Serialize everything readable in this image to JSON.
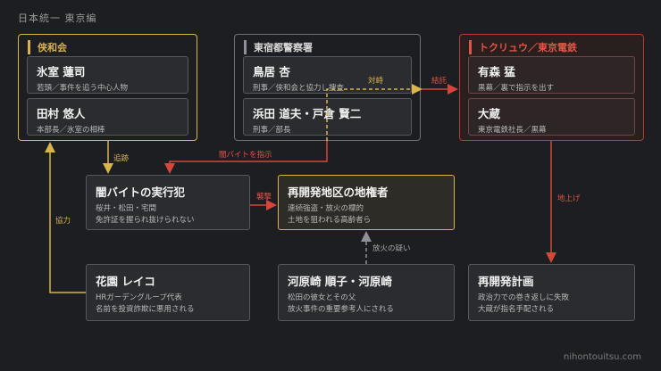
{
  "header": {
    "title": "日本統一 東京編"
  },
  "footer": {
    "site": "nihontouitsu.com"
  },
  "colors": {
    "yellow": "#d9b44a",
    "gray": "#8e9196",
    "red": "#d7463a"
  },
  "groups": {
    "kyowakai": {
      "label": "侠和会"
    },
    "police": {
      "label": "東宿都警察署"
    },
    "tokuryu": {
      "label": "トクリュウ／東京電鉄"
    }
  },
  "cards": {
    "himuro": {
      "name": "氷室 蓮司",
      "desc": [
        "若頭／事件を追う中心人物"
      ]
    },
    "tamura": {
      "name": "田村 悠人",
      "desc": [
        "本部長／氷室の相棒"
      ]
    },
    "torii": {
      "name": "鳥居 杏",
      "desc": [
        "刑事／侠和会と協力し捜査"
      ]
    },
    "hamada": {
      "name": "浜田 道夫・戸倉 賢二",
      "desc": [
        "刑事／部長"
      ]
    },
    "arimori": {
      "name": "有森 猛",
      "desc": [
        "黒幕／裏で指示を出す"
      ]
    },
    "ozo": {
      "name": "大蔵",
      "desc": [
        "東京電鉄社長／黒幕"
      ]
    },
    "yamibaito": {
      "name": "闇バイトの実行犯",
      "desc": [
        "桜井・松田・宅間",
        "免許証を握られ抜けられない"
      ]
    },
    "landowner": {
      "name": "再開発地区の地権者",
      "desc": [
        "連続強盗・放火の標的",
        "土地を狙われる高齢者ら"
      ]
    },
    "hanazono": {
      "name": "花園 レイコ",
      "desc": [
        "HRガーデングループ代表",
        "名前を投資詐欺に悪用される"
      ]
    },
    "kawarazaki": {
      "name": "河原崎 順子・河原崎",
      "desc": [
        "松田の彼女とその父",
        "放火事件の重要参考人にされる"
      ]
    },
    "redevelop": {
      "name": "再開発計画",
      "desc": [
        "政治力での巻き返しに失敗",
        "大蔵が指名手配される"
      ]
    }
  },
  "edges": {
    "taiji": "対峙",
    "ketsutaku": "結託",
    "tsuiseki": "追跡",
    "shiji": "闇バイトを指示",
    "shugeki": "襲撃",
    "hoka": "放火の疑い",
    "kyoryoku": "協力",
    "kenkyo": "地上げ"
  }
}
